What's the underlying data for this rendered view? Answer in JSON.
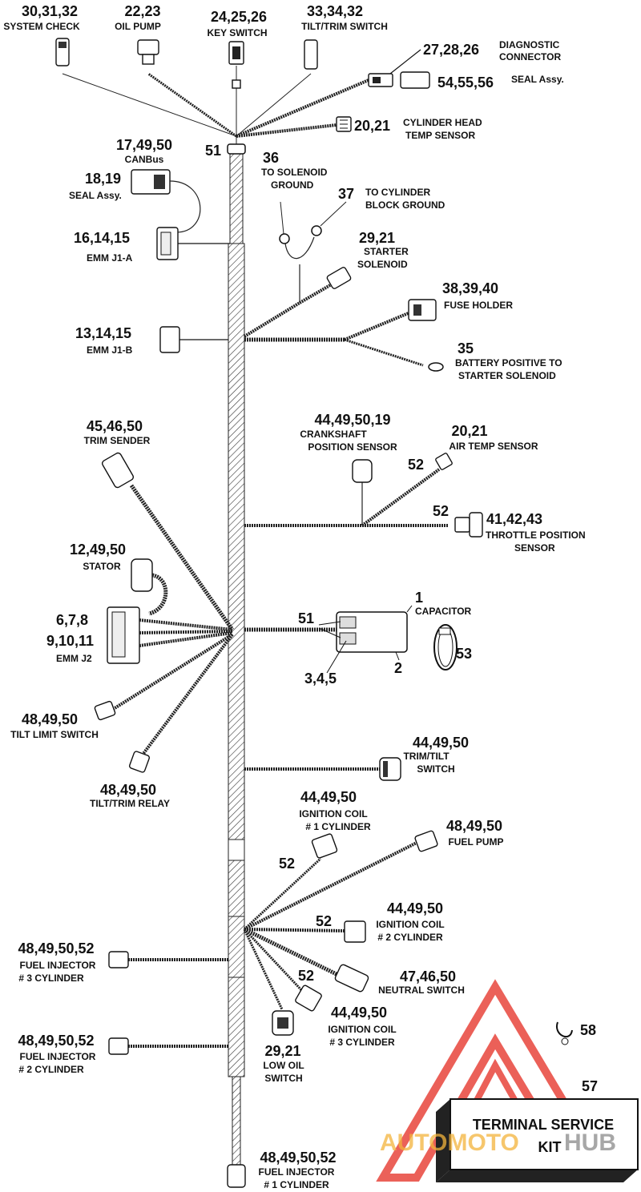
{
  "callouts": {
    "system_check": {
      "num": "30,31,32",
      "label": "SYSTEM CHECK"
    },
    "oil_pump": {
      "num": "22,23",
      "label": "OIL PUMP"
    },
    "key_switch": {
      "num": "24,25,26",
      "label": "KEY SWITCH"
    },
    "tilt_trim_switch": {
      "num": "33,34,32",
      "label": "TILT/TRIM SWITCH"
    },
    "diagnostic_connector": {
      "num": "27,28,26",
      "label1": "DIAGNOSTIC",
      "label2": "CONNECTOR"
    },
    "seal_assy_top": {
      "num": "54,55,56",
      "label": "SEAL Assy."
    },
    "cyl_head_temp": {
      "num": "20,21",
      "label1": "CYLINDER HEAD",
      "label2": "TEMP SENSOR"
    },
    "canbus": {
      "num": "17,49,50",
      "label": "CANBus"
    },
    "grommet_top": {
      "num": "51"
    },
    "seal_assy_left": {
      "num": "18,19",
      "label": "SEAL Assy."
    },
    "emm_j1a": {
      "num": "16,14,15",
      "label": "EMM J1-A"
    },
    "solenoid_ground": {
      "num": "36",
      "label1": "TO SOLENOID",
      "label2": "GROUND"
    },
    "block_ground": {
      "num": "37",
      "label1": "TO CYLINDER",
      "label2": "BLOCK GROUND"
    },
    "starter_solenoid": {
      "num": "29,21",
      "label1": "STARTER",
      "label2": "SOLENOID"
    },
    "fuse_holder": {
      "num": "38,39,40",
      "label": "FUSE HOLDER"
    },
    "emm_j1b": {
      "num": "13,14,15",
      "label": "EMM J1-B"
    },
    "battery_positive": {
      "num": "35",
      "label1": "BATTERY POSITIVE TO",
      "label2": "STARTER SOLENOID"
    },
    "crankshaft_sensor": {
      "num": "44,49,50,19",
      "label1": "CRANKSHAFT",
      "label2": "POSITION SENSOR"
    },
    "air_temp": {
      "num": "20,21",
      "label": "AIR TEMP SENSOR"
    },
    "trim_sender": {
      "num": "45,46,50",
      "label": "TRIM SENDER"
    },
    "clip_air": {
      "num": "52"
    },
    "clip_throttle": {
      "num": "52"
    },
    "throttle_position": {
      "num": "41,42,43",
      "label1": "THROTTLE POSITION",
      "label2": "SENSOR"
    },
    "stator": {
      "num": "12,49,50",
      "label": "STATOR"
    },
    "capacitor": {
      "num": "1",
      "label": "CAPACITOR"
    },
    "emm_j2": {
      "num1": "6,7,8",
      "num2": "9,10,11",
      "label": "EMM J2"
    },
    "grommet_mid": {
      "num": "51"
    },
    "cap_terminals": {
      "num": "3,4,5"
    },
    "cap_body": {
      "num": "2"
    },
    "strap": {
      "num": "53"
    },
    "tilt_limit": {
      "num": "48,49,50",
      "label": "TILT LIMIT SWITCH"
    },
    "trim_tilt_switch": {
      "num": "44,49,50",
      "label1": "TRIM/TILT",
      "label2": "SWITCH"
    },
    "tilt_trim_relay": {
      "num": "48,49,50",
      "label": "TILT/TRIM RELAY"
    },
    "ign_coil_1": {
      "num": "44,49,50",
      "label1": "IGNITION COIL",
      "label2": "# 1 CYLINDER"
    },
    "fuel_pump": {
      "num": "48,49,50",
      "label": "FUEL PUMP"
    },
    "clip_coil1": {
      "num": "52"
    },
    "ign_coil_2": {
      "num": "44,49,50",
      "label1": "IGNITION COIL",
      "label2": "# 2 CYLINDER"
    },
    "clip_coil2": {
      "num": "52"
    },
    "fuel_inj_3": {
      "num": "48,49,50,52",
      "label1": "FUEL INJECTOR",
      "label2": "# 3 CYLINDER"
    },
    "neutral_switch": {
      "num": "47,46,50",
      "label": "NEUTRAL SWITCH"
    },
    "clip_coil3": {
      "num": "52"
    },
    "ign_coil_3": {
      "num": "44,49,50",
      "label1": "IGNITION COIL",
      "label2": "# 3 CYLINDER"
    },
    "clip_58": {
      "num": "58"
    },
    "low_oil": {
      "num": "29,21",
      "label1": "LOW OIL",
      "label2": "SWITCH"
    },
    "fuel_inj_2": {
      "num": "48,49,50,52",
      "label1": "FUEL INJECTOR",
      "label2": "# 2 CYLINDER"
    },
    "terminal_kit": {
      "num": "57",
      "label1": "TERMINAL SERVICE",
      "label2": "KIT"
    },
    "fuel_inj_1": {
      "num": "48,49,50,52",
      "label1": "FUEL INJECTOR",
      "label2": "# 1 CYLINDER"
    }
  },
  "watermark": {
    "text_a": "AUTOMOTO",
    "text_b": "HUB",
    "color_a": "#f3b43c",
    "color_b": "#8a8a8a",
    "logo_color": "#e8453c"
  }
}
